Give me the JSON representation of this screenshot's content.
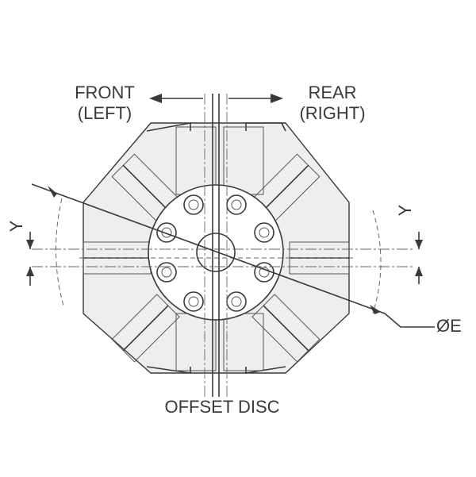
{
  "labels": {
    "front_line1": "FRONT",
    "front_line2": "(LEFT)",
    "rear_line1": "REAR",
    "rear_line2": "(RIGHT)",
    "offset_disc": "OFFSET DISC",
    "diameter": "ØE",
    "y_left": "Y",
    "y_right": "Y"
  },
  "colors": {
    "line": "#3a3a3a",
    "face_fill": "#eeeeee",
    "background": "#ffffff"
  },
  "bolt_count": 8
}
